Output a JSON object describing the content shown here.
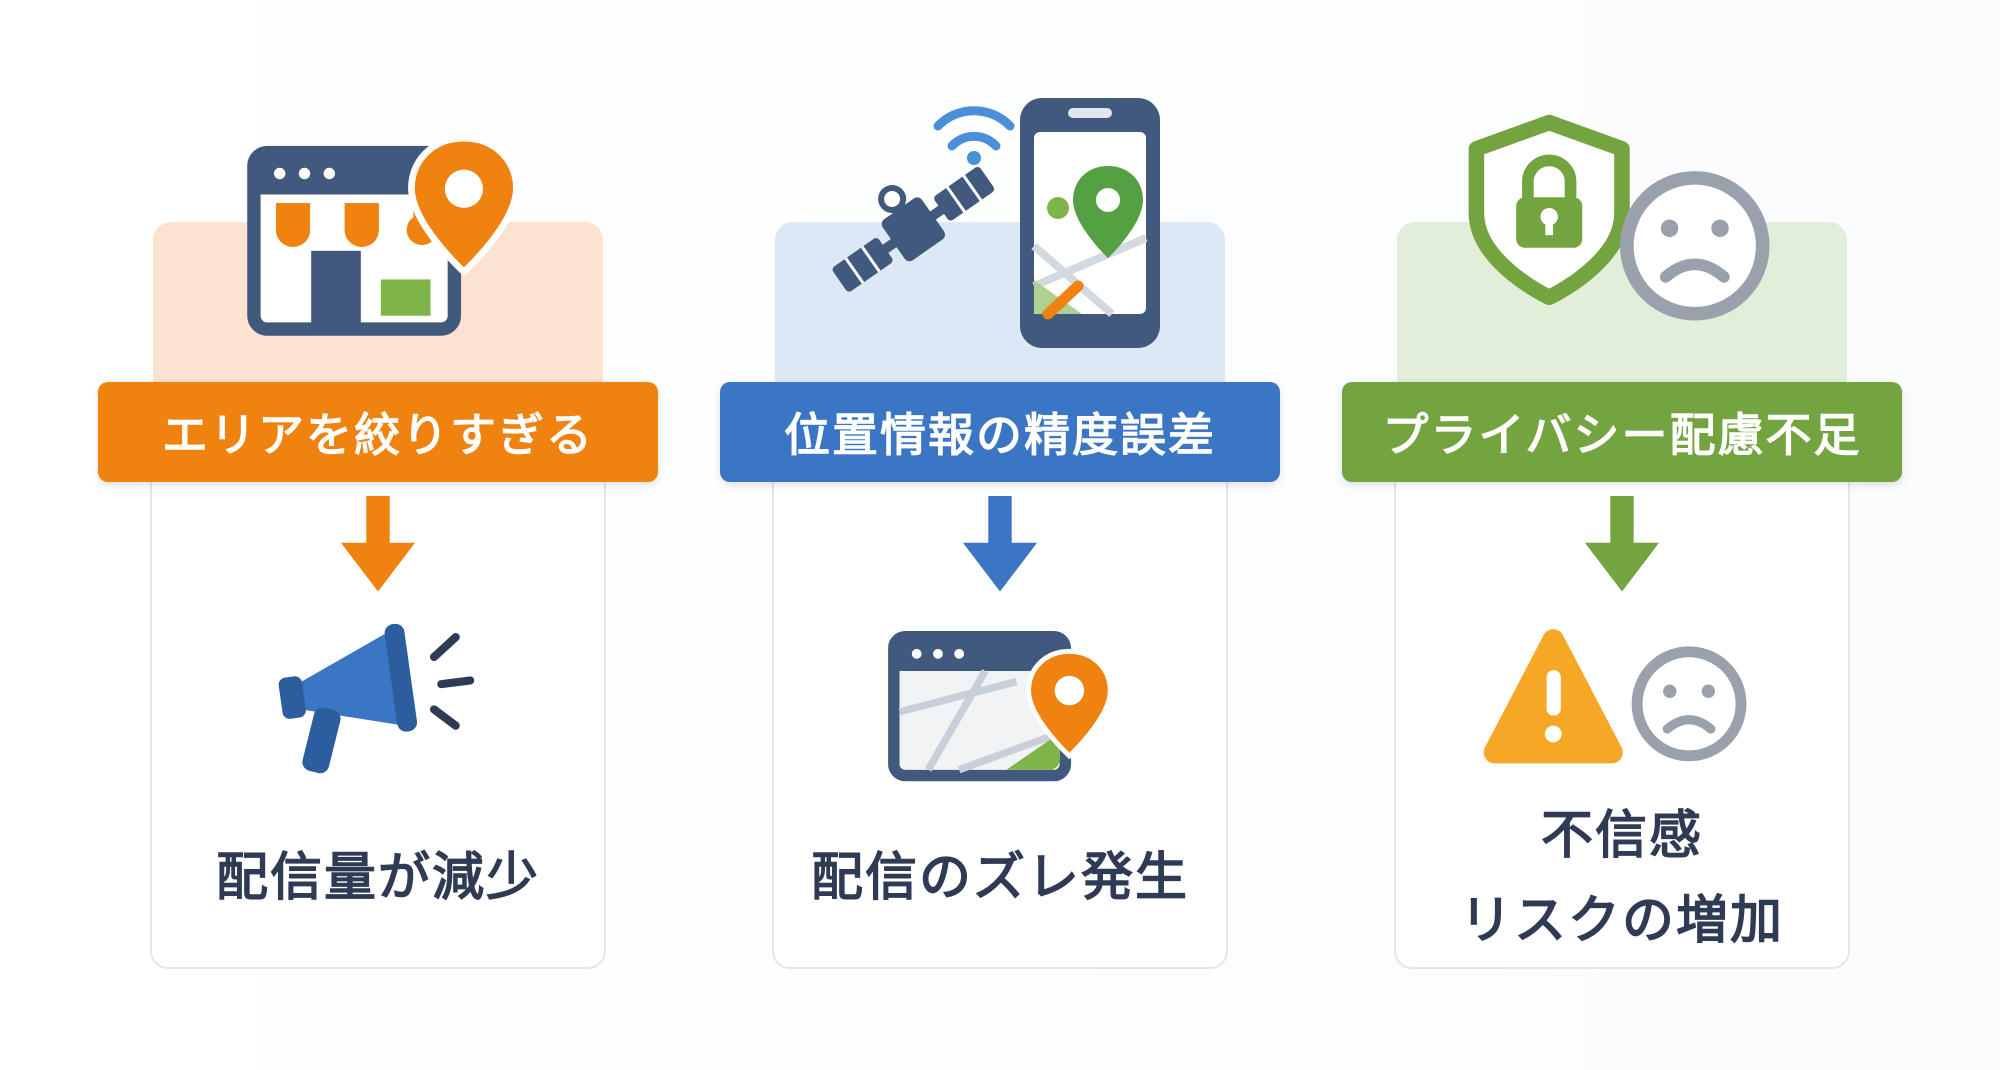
{
  "palette": {
    "navy": "#41597c",
    "leaf": "#7fb449",
    "warn": "#f6a725",
    "gray_face": "#98a1ac",
    "text_dark": "#2f3a54",
    "card_border": "#e3e7ec",
    "signal_blue": "#4a8fd8",
    "pin_orange": "#f0820f",
    "pin_green": "#55a042",
    "megaphone_blue": "#3a76c4",
    "megaphone_dark": "#2c5d9d"
  },
  "columns": [
    {
      "banner": "エリアを絞りすぎる",
      "result_line1": "配信量が減少",
      "result_line2": "",
      "accent": "#f0820f",
      "tint": "#fbe3d0",
      "top_icon": "storefront-with-map-pin-icon",
      "result_icon": "megaphone-icon"
    },
    {
      "banner": "位置情報の精度誤差",
      "result_line1": "配信のズレ発生",
      "result_line2": "",
      "accent": "#3a76c4",
      "tint": "#dce8f5",
      "top_icon": "satellite-and-smartphone-map-icon",
      "result_icon": "browser-map-with-pin-icon"
    },
    {
      "banner": "プライバシー配慮不足",
      "result_line1": "不信感",
      "result_line2": "リスクの増加",
      "accent": "#74a440",
      "tint": "#e2eeda",
      "top_icon": "shield-lock-and-sad-face-icon",
      "result_icon": "warning-and-sad-face-icon"
    }
  ]
}
